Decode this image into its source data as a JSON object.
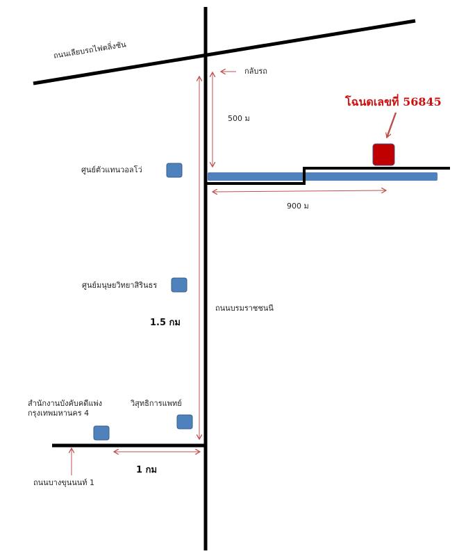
{
  "roads": {
    "railway_road": "ถนนเลียบรถไฟตลิ่งชัน",
    "main_road": "ถนนบรมราชชนนี",
    "side_road": "ถนนบางขุนนนท์  1"
  },
  "labels": {
    "u_turn": "กลับรถ",
    "deed": "โฉนดเลขที่ 56845",
    "volvo": "ศูนย์ตัวแทนวอลโว่",
    "anthropology": "ศูนย์มนุษยวิทยาสิรินธร",
    "court_line1": "สำนักงานบังคับคดีแพ่ง",
    "court_line2": "กรุงเทพมหานคร 4",
    "hospital": "วิสุทธิการแพทย์"
  },
  "distances": {
    "d500": "500 ม",
    "d900": "900 ม",
    "d1500": "1.5 กม",
    "d1000": "1 กม"
  },
  "colors": {
    "road": "#000000",
    "arrow": "#c0504d",
    "landmark": "#4f81bd",
    "plot": "#c00000"
  }
}
